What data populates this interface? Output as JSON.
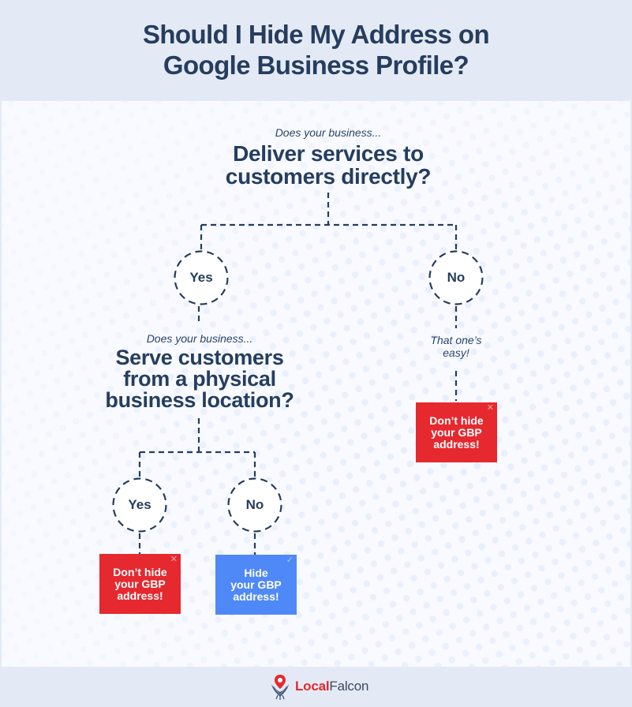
{
  "header": {
    "title_line1": "Should I Hide My Address on",
    "title_line2": "Google Business Profile?"
  },
  "flowchart": {
    "question1": {
      "prefix": "Does your business...",
      "line1": "Deliver services to",
      "line2": "customers directly?"
    },
    "q1_yes": {
      "label": "Yes"
    },
    "q1_no": {
      "label": "No",
      "comment_line1": "That one’s",
      "comment_line2": "easy!",
      "result": {
        "line1": "Don’t hide",
        "line2": "your GBP",
        "line3": "address!",
        "icon": "x-icon",
        "color": "#e5292f"
      }
    },
    "question2": {
      "prefix": "Does your business...",
      "line1": "Serve customers",
      "line2": "from a physical",
      "line3": "business location?"
    },
    "q2_yes": {
      "label": "Yes",
      "result": {
        "line1": "Don’t hide",
        "line2": "your GBP",
        "line3": "address!",
        "icon": "x-icon",
        "color": "#e5292f"
      }
    },
    "q2_no": {
      "label": "No",
      "result": {
        "line1": "Hide",
        "line2": "your GBP",
        "line3": "address!",
        "icon": "check-icon",
        "color": "#4f88f7"
      }
    }
  },
  "footer": {
    "brand_part1": "Local",
    "brand_part2": "Falcon"
  },
  "colors": {
    "navy": "#263d5e",
    "red": "#e5292f",
    "blue": "#4f88f7",
    "header_bg": "#e4eaf5",
    "panel_bg": "#f8faff"
  }
}
